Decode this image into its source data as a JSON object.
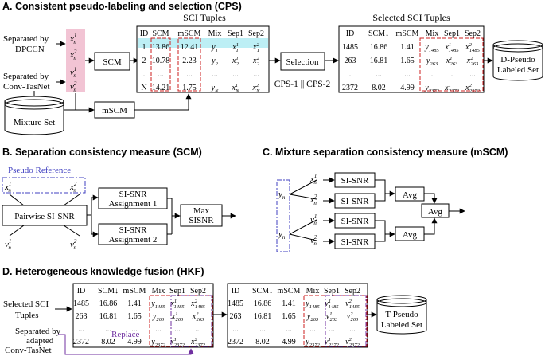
{
  "sections": {
    "a": "A. Consistent pseudo-labeling and selection (CPS)",
    "b": "B. Separation consistency measure (SCM)",
    "c": "C. Mixture separation consistency measure (mSCM)",
    "d": "D. Heterogeneous  knowledge fusion (HKF)"
  },
  "panel_a": {
    "sep_dpccn": [
      "Separated by",
      "DPCCN"
    ],
    "sep_conv": [
      "Separated by",
      "Conv-TasNet"
    ],
    "scm_box": "SCM",
    "mscm_box": "mSCM",
    "mixture_set": "Mixture Set",
    "sci_tuples_title": "SCI Tuples",
    "selection_box": "Selection",
    "cps_label": "CPS-1 || CPS-2",
    "selected_title": "Selected SCI Tuples",
    "dpseudo": [
      "D-Pseudo",
      "Labeled Set"
    ]
  },
  "sci_table": {
    "headers": [
      "ID",
      "SCM",
      "mSCM",
      "Mix",
      "Sep1",
      "Sep2"
    ],
    "rows": [
      [
        "1",
        "13.86",
        "12.41"
      ],
      [
        "2",
        "10.78",
        "2.23"
      ],
      [
        "...",
        "...",
        "..."
      ],
      [
        "N",
        "14.21",
        "1.75"
      ]
    ],
    "subs": [
      "1",
      "2",
      "",
      "N"
    ]
  },
  "sel_table": {
    "headers": [
      "ID",
      "SCM↓",
      "mSCM",
      "Mix",
      "Sep1",
      "Sep2"
    ],
    "rows": [
      [
        "1485",
        "16.86",
        "1.41"
      ],
      [
        "263",
        "16.81",
        "1.65"
      ],
      [
        "...",
        "...",
        "..."
      ],
      [
        "2372",
        "8.02",
        "4.99"
      ]
    ],
    "subs": [
      "1485",
      "263",
      "",
      "2372"
    ]
  },
  "panel_b": {
    "pseudo_reference": "Pseudo Reference",
    "pairwise": "Pairwise SI-SNR",
    "assign1": [
      "SI-SNR",
      "Assignment 1"
    ],
    "assign2": [
      "SI-SNR",
      "Assignment 2"
    ],
    "max": [
      "Max",
      "SISNR"
    ]
  },
  "panel_c": {
    "sisnr": "SI-SNR",
    "avg": "Avg"
  },
  "panel_d": {
    "selected_tuples": [
      "Selected SCI",
      "Tuples"
    ],
    "sep_adapted": [
      "Separated by",
      "adapted",
      "Conv-TasNet"
    ],
    "replace": "Replace",
    "tpseudo": [
      "T-Pseudo",
      "Labeled Set"
    ]
  },
  "colors": {
    "highlight_cyan": "#bdeff5",
    "pink": "#f2c4d4",
    "dash_red": "#cc1f1f",
    "purple": "#7030a0",
    "blue_dash": "#4040c0"
  }
}
